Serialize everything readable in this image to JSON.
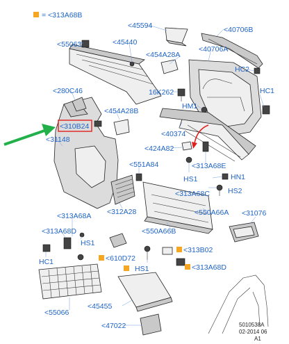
{
  "legend": {
    "swatch_color": "#f5a623",
    "text": "= <313A68B"
  },
  "highlight_color": "#e02020",
  "arrow_color": "#22b04a",
  "label_color": "#1e63c6",
  "labels": {
    "l55063": "<55063",
    "l45440": "<45440",
    "l45594": "<45594",
    "l40706B": "<40706B",
    "l454A28A": "<454A28A",
    "l40706A": "<40706A",
    "hc2": "HC2",
    "hc1_top": "HC1",
    "l16K262": "16K262",
    "hm1": "HM1",
    "l280C46": "<280C46",
    "l310B24": "<310B24",
    "l454A28B": "<454A28B",
    "l40374": "<40374",
    "l31148": "<31148",
    "l424A82": "<424A82",
    "l313A68E": "<313A68E",
    "l551A84": "<551A84",
    "hn1": "HN1",
    "hs1_mid": "HS1",
    "hs2": "HS2",
    "l313A68C": "<313A68C",
    "l312A28": "<312A28",
    "l550A66A": "<550A66A",
    "l31076": "<31076",
    "l313A68A": "<313A68A",
    "l313A68D_left": "<313A68D",
    "hs1_left": "HS1",
    "l550A66B": "<550A66B",
    "l313B02": "<313B02",
    "l610D72": "<610D72",
    "hc1_left": "HC1",
    "hs1_bottom": "HS1",
    "l313A68D_right": "<313A68D",
    "l55066": "<55066",
    "l45455": "<45455",
    "l47022": "<47022"
  },
  "reference": {
    "code": "5010538A",
    "date": "02-2014 06",
    "sheet": "A1"
  }
}
